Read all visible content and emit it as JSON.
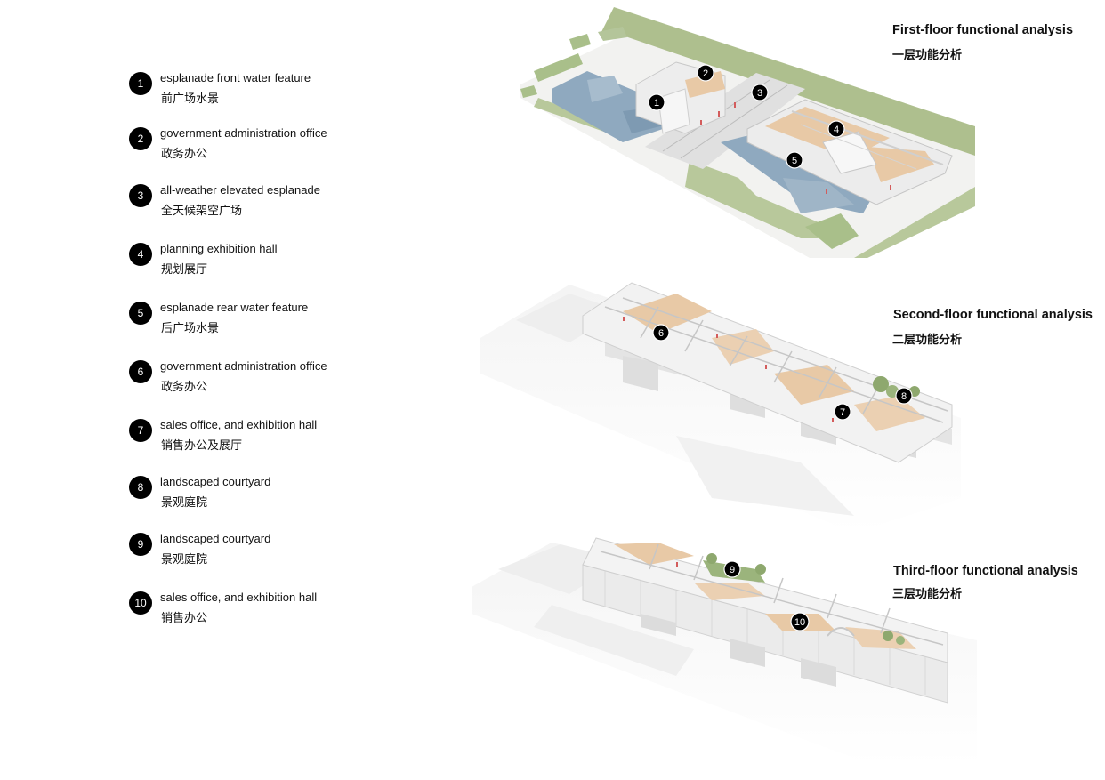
{
  "legend": [
    {
      "num": "1",
      "en": "esplanade front water feature",
      "zh": "前广场水景"
    },
    {
      "num": "2",
      "en": "government administration office",
      "zh": "政务办公"
    },
    {
      "num": "3",
      "en": "all-weather elevated esplanade",
      "zh": "全天候架空广场"
    },
    {
      "num": "4",
      "en": "planning exhibition hall",
      "zh": "规划展厅"
    },
    {
      "num": "5",
      "en": "esplanade rear water feature",
      "zh": "后广场水景"
    },
    {
      "num": "6",
      "en": "government administration office",
      "zh": "政务办公"
    },
    {
      "num": "7",
      "en": "sales office, and exhibition hall",
      "zh": "销售办公及展厅"
    },
    {
      "num": "8",
      "en": "landscaped courtyard",
      "zh": "景观庭院"
    },
    {
      "num": "9",
      "en": "landscaped courtyard",
      "zh": "景观庭院"
    },
    {
      "num": "10",
      "en": "sales office, and exhibition hall",
      "zh": "销售办公"
    }
  ],
  "floors": [
    {
      "title": "First-floor functional analysis",
      "subtitle": "一层功能分析"
    },
    {
      "title": "Second-floor functional analysis",
      "subtitle": "二层功能分析"
    },
    {
      "title": "Third-floor functional analysis",
      "subtitle": "三层功能分析"
    }
  ],
  "colors": {
    "grass": "#a9bf8a",
    "water": "#8fa9bf",
    "wall": "#e6e6e6",
    "floor_wood": "#e8c9a6",
    "marker": "#000000"
  }
}
